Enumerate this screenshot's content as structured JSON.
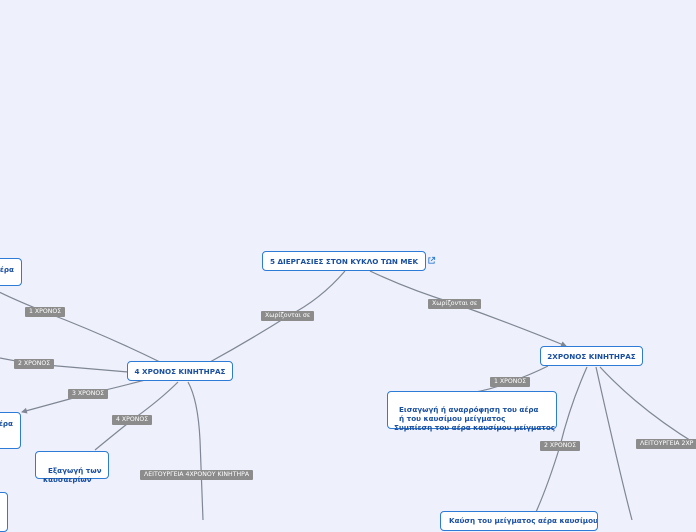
{
  "nodes": {
    "root": "5 ΔΙΕΡΓΑΣΙΕΣ ΣΤΟΝ ΚΥΚΛΟ ΤΩΝ ΜΕΚ",
    "four_stroke": "4 ΧΡΟΝΟΣ ΚΙΝΗΤΗΡΑΣ",
    "two_stroke": "2ΧΡΟΝΟΣ ΚΙΝΗΤΗΡΑΣ",
    "left_partial_top": "έρα",
    "left_partial_mid": "έρα",
    "exhaust": "Εξαγωγή των\nκαυσαερίων",
    "intake_compression": "Εισαγωγή ή αναρρόφηση του αέρα\n  ή του καυσίμου μείγματος\nΣυμπίεση του αέρα καυσίμου μείγματος",
    "bottom_partial": "Καύση του μείγματος αέρα καυσίμου"
  },
  "links": {
    "root_to_four": "Χωρίζονται σε",
    "root_to_two": "Χωρίζονται σε",
    "four_1": "1 ΧΡΟΝΟΣ",
    "four_2": "2 ΧΡΟΝΟΣ",
    "four_3": "3 ΧΡΟΝΟΣ",
    "four_4": "4 ΧΡΟΝΟΣ",
    "four_op": "ΛΕΙΤΟΥΡΓΕΙΑ 4ΧΡΟΝΟΥ ΚΙΝΗΤΗΡΑ",
    "two_1": "1 ΧΡΟΝΟΣ",
    "two_2": "2 ΧΡΟΝΟΣ",
    "two_op": "ΛΕΙΤΟΥΡΓΕΙΑ 2ΧΡ"
  },
  "colors": {
    "background": "#eef1fb",
    "node_border": "#2d7bd6",
    "node_text": "#1a4fa0",
    "connector": "#7f8694",
    "link_tag": "#8c8c8c"
  },
  "icons": {
    "root_link": "external-link-icon"
  }
}
